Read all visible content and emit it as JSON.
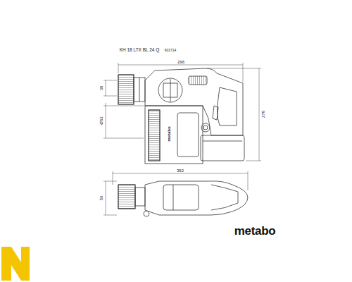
{
  "diagram": {
    "title": "KH 18 LTX BL 24 Q",
    "labels": [
      "601714",
      "296",
      "278",
      "30",
      "Ø53",
      "metabo",
      "352",
      "56",
      "metabo"
    ]
  }
}
